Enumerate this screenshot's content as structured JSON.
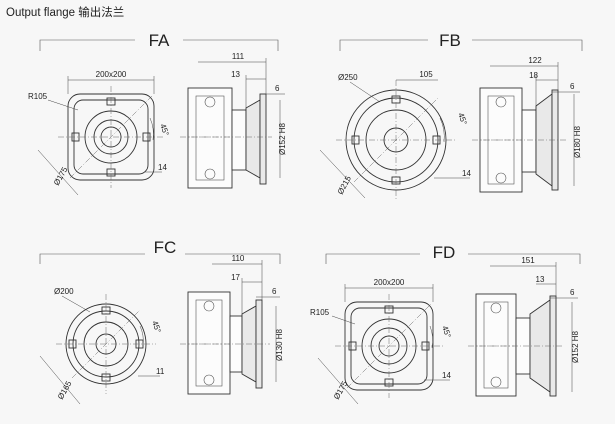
{
  "page": {
    "title": "Output flange 输出法兰"
  },
  "colors": {
    "background": "#f7f7f7",
    "line": "#333333",
    "flange": "#e9e9e9"
  },
  "views": [
    {
      "name": "FA",
      "front": {
        "type": "square",
        "width": "200x200",
        "radius": "R105",
        "pcd": "Ø175",
        "slot": "14",
        "angle": "45°"
      },
      "side": {
        "total": "111",
        "flange_thickness": "13",
        "lip": "6",
        "bore": "Ø152 H8"
      }
    },
    {
      "name": "FB",
      "front": {
        "type": "round",
        "outer": "Ø250",
        "half": "105",
        "pcd": "Ø215",
        "slot": "14",
        "angle": "45°"
      },
      "side": {
        "total": "122",
        "flange_thickness": "18",
        "lip": "6",
        "bore": "Ø180 H8"
      }
    },
    {
      "name": "FC",
      "front": {
        "type": "round",
        "outer": "Ø200",
        "pcd": "Ø165",
        "slot": "11",
        "angle": "45°"
      },
      "side": {
        "total": "110",
        "flange_thickness": "17",
        "lip": "6",
        "bore": "Ø130 H8"
      }
    },
    {
      "name": "FD",
      "front": {
        "type": "square",
        "width": "200x200",
        "radius": "R105",
        "pcd": "Ø175",
        "slot": "14",
        "angle": "45°"
      },
      "side": {
        "total": "151",
        "flange_thickness": "13",
        "lip": "6",
        "bore": "Ø152 H8"
      }
    }
  ]
}
